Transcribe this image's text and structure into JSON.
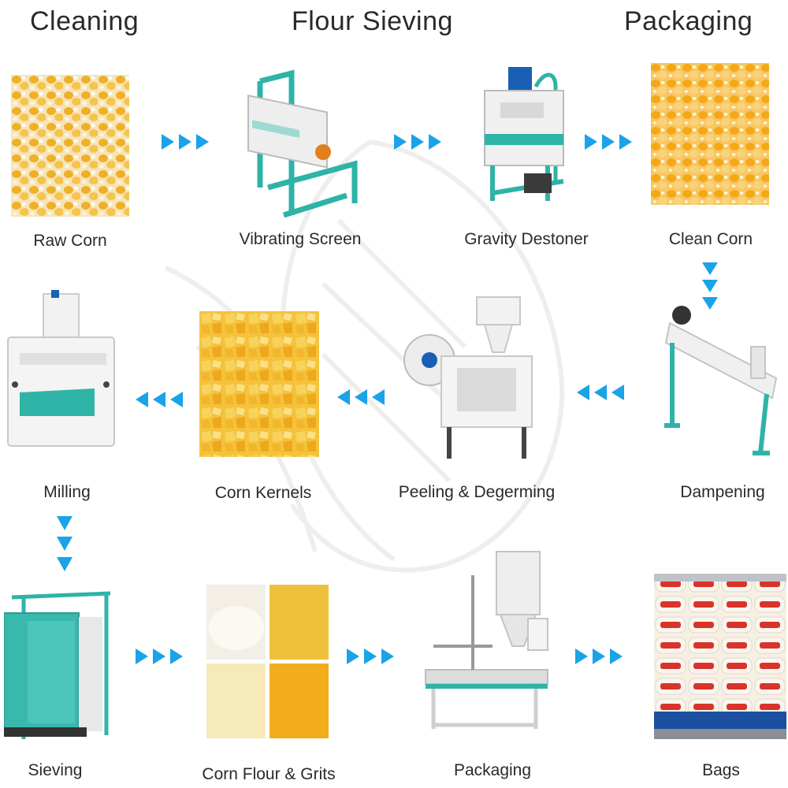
{
  "headers": {
    "cleaning": "Cleaning",
    "flour_sieving": "Flour Sieving",
    "packaging": "Packaging"
  },
  "steps": {
    "raw_corn": "Raw Corn",
    "vibrating_screen": "Vibrating Screen",
    "gravity_destoner": "Gravity Destoner",
    "clean_corn": "Clean Corn",
    "milling": "Milling",
    "corn_kernels": "Corn Kernels",
    "peeling_degerming": "Peeling & Degerming",
    "dampening": "Dampening",
    "sieving": "Sieving",
    "corn_flour_grits": "Corn Flour & Grits",
    "packaging": "Packaging",
    "bags": "Bags"
  },
  "colors": {
    "arrow": "#1aa3e8",
    "machine_teal": "#2fb3a7",
    "corn_yellow": "#f2b51e",
    "bag_red": "#d8342a",
    "pallet_blue": "#1b4fa0"
  },
  "icons": {
    "arrow": "chevron-right-triple",
    "watermark": "corn-cob-outline"
  }
}
